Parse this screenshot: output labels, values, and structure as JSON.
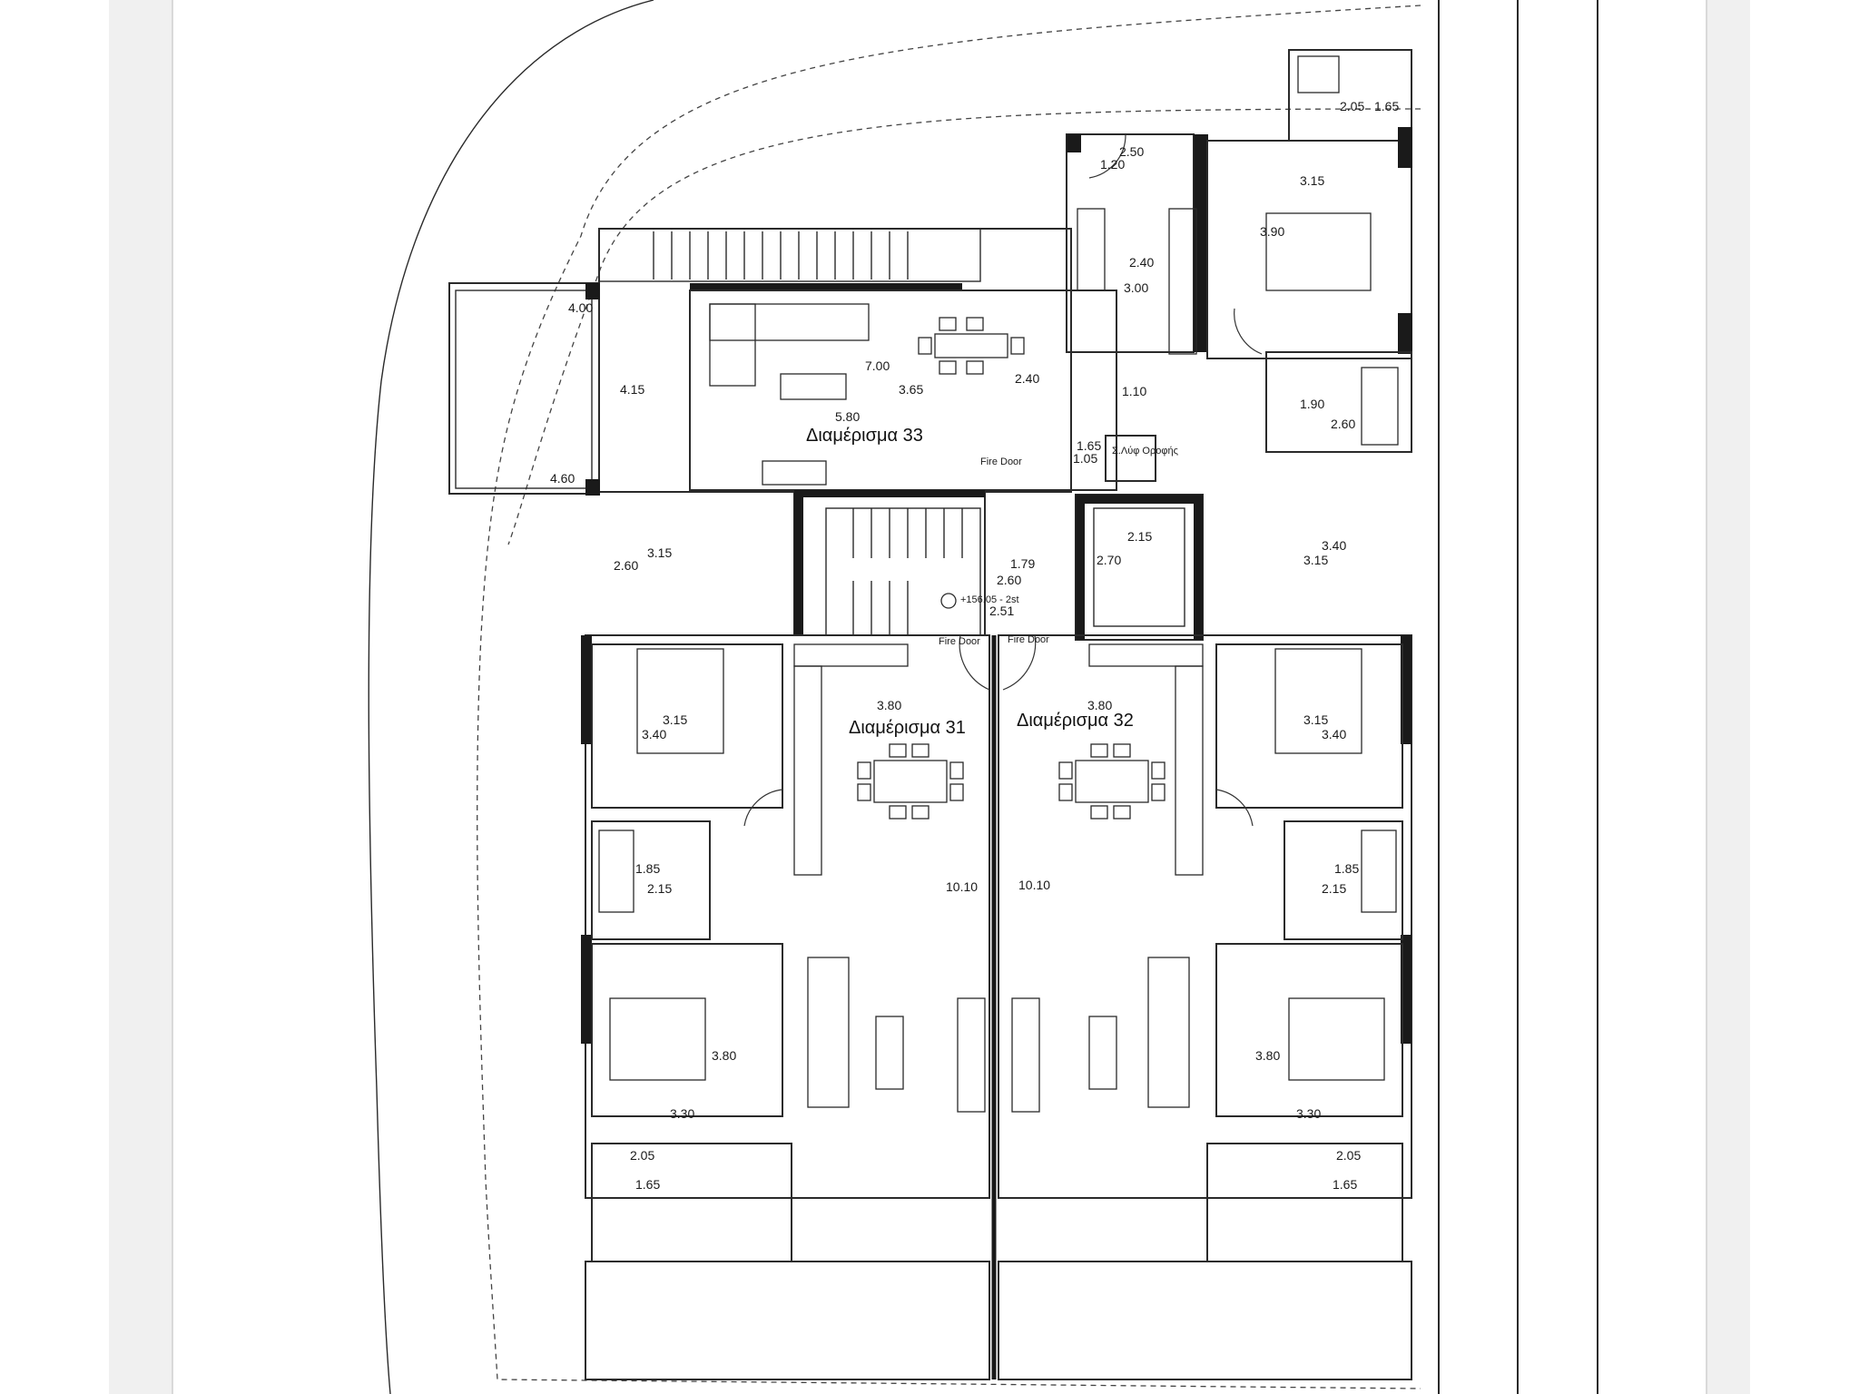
{
  "apartments": {
    "apt33": "Διαμέρισμα 33",
    "apt31": "Διαμέρισμα 31",
    "apt32": "Διαμέρισμα 32"
  },
  "labels": {
    "fire_door_top": "Fire Door",
    "fire_door_left": "Fire Door",
    "fire_door_right": "Fire Door",
    "level": "+156.05 - 2st",
    "shaft": "Σ.Λύφ Οροφής"
  },
  "dimensions": {
    "d_250": "2.50",
    "d_120": "1.20",
    "d_315_top": "3.15",
    "d_390": "3.90",
    "d_205_top": "2.05",
    "d_165_top": "1.65",
    "d_240_kitchen": "2.40",
    "d_300": "3.00",
    "d_400": "4.00",
    "d_415": "4.15",
    "d_700": "7.00",
    "d_365": "3.65",
    "d_240": "2.40",
    "d_110": "1.10",
    "d_190": "1.90",
    "d_260_bath": "2.60",
    "d_580": "5.80",
    "d_165_mid": "1.65",
    "d_105": "1.05",
    "d_460": "4.60",
    "d_315_left": "3.15",
    "d_260_left": "2.60",
    "d_179": "1.79",
    "d_260_stair": "2.60",
    "d_251": "2.51",
    "d_215_lift": "2.15",
    "d_270": "2.70",
    "d_340_r": "3.40",
    "d_315_r": "3.15",
    "d_380_a31": "3.80",
    "d_380_a32": "3.80",
    "d_315_l2": "3.15",
    "d_340_l2": "3.40",
    "d_315_r2": "3.15",
    "d_340_r2": "3.40",
    "d_185_l": "1.85",
    "d_215_l": "2.15",
    "d_185_r": "1.85",
    "d_215_r": "2.15",
    "d_1010_l": "10.10",
    "d_1010_r": "10.10",
    "d_380_bed_l": "3.80",
    "d_380_bed_r": "3.80",
    "d_330_l": "3.30",
    "d_330_r": "3.30",
    "d_205_l": "2.05",
    "d_165_l": "1.65",
    "d_205_r": "2.05",
    "d_165_r": "1.65"
  }
}
